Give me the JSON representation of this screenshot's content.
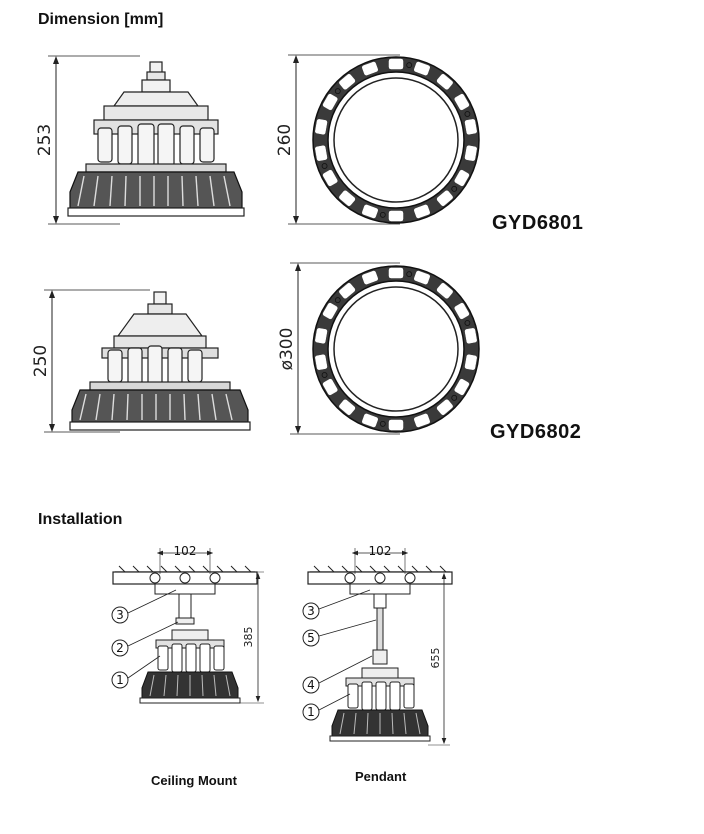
{
  "dimension_section": {
    "heading": "Dimension [mm]"
  },
  "models": [
    {
      "name": "GYD6801",
      "height_label": "253",
      "width_label": "260"
    },
    {
      "name": "GYD6802",
      "height_label": "250",
      "width_label": "ø300"
    }
  ],
  "installation_section": {
    "heading": "Installation"
  },
  "ceiling_mount": {
    "caption": "Ceiling Mount",
    "bracket_label": "102",
    "height_label": "385",
    "callouts": [
      "3",
      "2",
      "1"
    ]
  },
  "pendant": {
    "caption": "Pendant",
    "bracket_label": "102",
    "height_label": "655",
    "callouts": [
      "3",
      "5",
      "4",
      "1"
    ]
  }
}
